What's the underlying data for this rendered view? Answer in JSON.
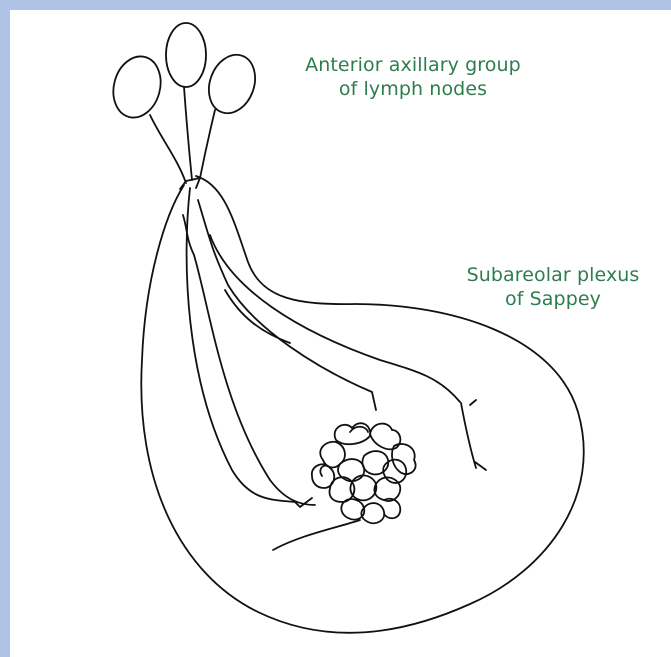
{
  "labels": {
    "anterior_line1": "Anterior axillary group",
    "anterior_line2": "of lymph nodes",
    "sappey_line1": "Subareolar plexus",
    "sappey_line2": "of Sappey"
  },
  "colors": {
    "border": "#afc3e6",
    "background": "#ffffff",
    "label_text": "#2e7d4f",
    "line": "#111111"
  }
}
